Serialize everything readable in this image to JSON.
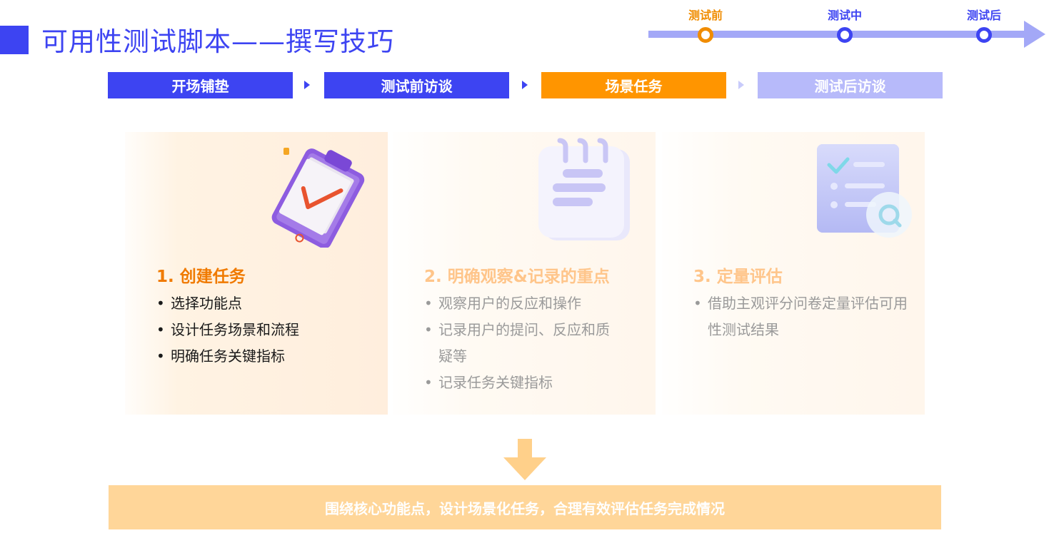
{
  "page": {
    "title": "可用性测试脚本——撰写技巧"
  },
  "timeline": {
    "stages": [
      {
        "label": "测试前",
        "color": "#f08c00",
        "active": true
      },
      {
        "label": "测试中",
        "color": "#3d44f2",
        "active": false
      },
      {
        "label": "测试后",
        "color": "#3d44f2",
        "active": false
      }
    ]
  },
  "steps": [
    {
      "label": "开场铺垫",
      "color": "#3d44f2"
    },
    {
      "label": "测试前访谈",
      "color": "#3d44f2"
    },
    {
      "label": "场景任务",
      "color": "#ff9500"
    },
    {
      "label": "测试后访谈",
      "color": "#b7bafa"
    }
  ],
  "cards": [
    {
      "title": "1. 创建任务",
      "title_color": "#f07a00",
      "text_color": "#1a1a1a",
      "icon": "clipboard-check-icon",
      "items": [
        "选择功能点",
        "设计任务场景和流程",
        "明确任务关键指标"
      ]
    },
    {
      "title": "2. 明确观察&记录的重点",
      "title_color": "#ffc58a",
      "text_color": "#9a9a9a",
      "icon": "notepad-icon",
      "items": [
        "观察用户的反应和操作",
        "记录用户的提问、反应和质疑等",
        "记录任务关键指标"
      ]
    },
    {
      "title": "3. 定量评估",
      "title_color": "#ffc58a",
      "text_color": "#9a9a9a",
      "icon": "checklist-magnifier-icon",
      "items": [
        "借助主观评分问卷定量评估可用性测试结果"
      ]
    }
  ],
  "summary": "围绕核心功能点，设计场景化任务，合理有效评估任务完成情况"
}
